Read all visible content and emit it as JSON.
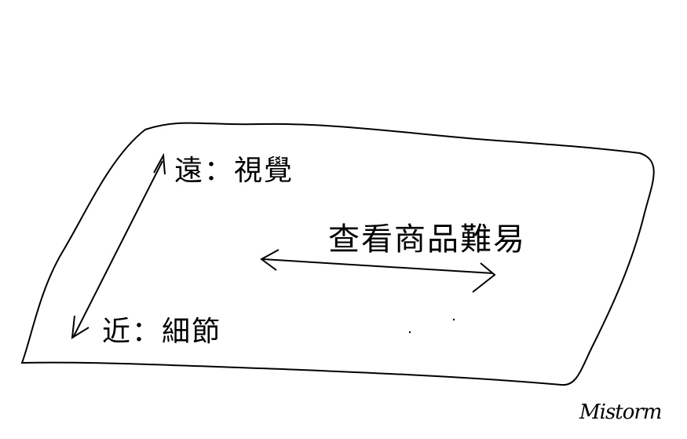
{
  "labels": {
    "far": "遠：視覺",
    "near": "近：細節",
    "ease": "查看商品難易"
  },
  "signature": "Mistorm",
  "colors": {
    "ink": "#000000",
    "background": "#ffffff"
  }
}
